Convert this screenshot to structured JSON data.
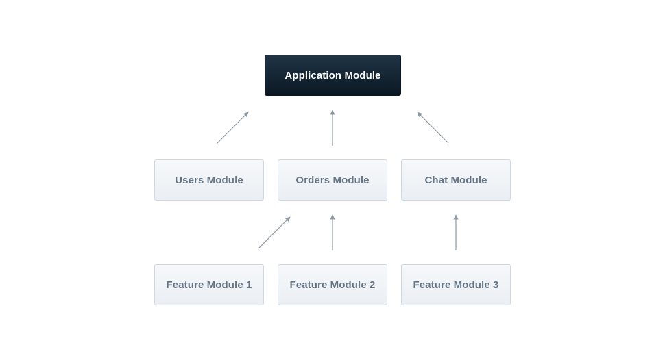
{
  "diagram": {
    "root": {
      "label": "Application Module"
    },
    "level1": [
      {
        "label": "Users Module"
      },
      {
        "label": "Orders Module"
      },
      {
        "label": "Chat Module"
      }
    ],
    "level2": [
      {
        "label": "Feature Module 1"
      },
      {
        "label": "Feature Module 2"
      },
      {
        "label": "Feature Module 3"
      }
    ],
    "edges": [
      {
        "from": "Users Module",
        "to": "Application Module"
      },
      {
        "from": "Orders Module",
        "to": "Application Module"
      },
      {
        "from": "Chat Module",
        "to": "Application Module"
      },
      {
        "from": "Feature Module 1",
        "to": "Orders Module"
      },
      {
        "from": "Feature Module 2",
        "to": "Orders Module"
      },
      {
        "from": "Feature Module 3",
        "to": "Chat Module"
      }
    ],
    "colors": {
      "root_fill": "#0f1e2b",
      "root_text": "#ffffff",
      "module_fill": "#eef2f6",
      "module_border": "#cfd8e1",
      "module_text": "#667584",
      "arrow": "#8c98a4"
    }
  }
}
